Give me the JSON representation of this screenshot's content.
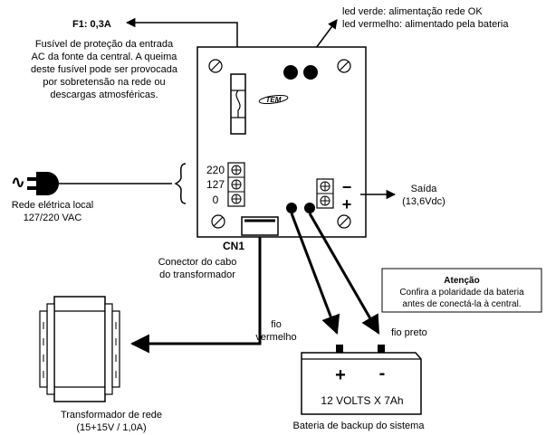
{
  "fuse": {
    "title": "F1: 0,3A",
    "description": [
      "Fusível de proteção da entrada",
      "AC da fonte da central. A queima",
      "deste fusível pode ser provocada",
      "por sobretensão na rede ou",
      "descargas atmosféricas."
    ]
  },
  "leds": {
    "green": "led verde: alimentação rede OK",
    "red": "led vermelho: alimentado pela bateria"
  },
  "board": {
    "logo": "TEM",
    "voltages": [
      "220",
      "127",
      "0"
    ],
    "minus": "−",
    "plus": "+"
  },
  "mains": {
    "symbol": "∿",
    "label_line1": "Rede elétrica local",
    "label_line2": "127/220 VAC"
  },
  "output": {
    "label_line1": "Saída",
    "label_line2": "(13,6Vdc)"
  },
  "connector": {
    "id": "CN1",
    "label_line1": "Conector do cabo",
    "label_line2": "do transformador"
  },
  "attention": {
    "title": "Atenção",
    "line1": "Confira a polaridade da bateria",
    "line2": "antes de conectá-la à central."
  },
  "wires": {
    "red_line1": "fio",
    "red_line2": "vermelho",
    "black": "fio preto"
  },
  "battery": {
    "plus": "+",
    "minus": "-",
    "spec": "12 VOLTS X 7Ah",
    "caption": "Bateria de backup do sistema"
  },
  "transformer": {
    "label_line1": "Transformador de rede",
    "label_line2": "(15+15V / 1,0A)"
  }
}
